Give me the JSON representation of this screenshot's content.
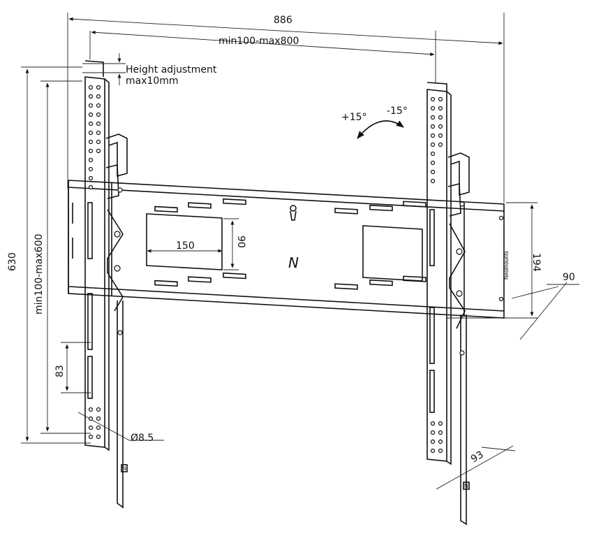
{
  "dimensions": {
    "overall_width": "886",
    "vesa_width": "min100-max800",
    "height_adjust_line1": "Height adjustment",
    "height_adjust_line2": "max10mm",
    "overall_height": "630",
    "vesa_height": "min100-max600",
    "slot_width": "150",
    "slot_height": "90",
    "bracket_height": "194",
    "depth": "90",
    "spacing_83": "83",
    "hole_diameter": "Ø8.5",
    "arm_depth": "93",
    "tilt_up": "+15°",
    "tilt_down": "-15°"
  },
  "branding": {
    "brand_text": "Neomounts",
    "logo_letter": "N",
    "tag_letter": "N"
  }
}
